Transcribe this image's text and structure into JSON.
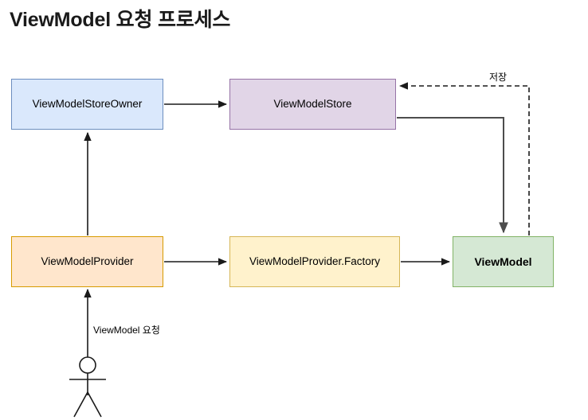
{
  "title": "ViewModel 요청 프로세스",
  "diagram": {
    "type": "flowchart",
    "nodes": [
      {
        "id": "store_owner",
        "label": "ViewModelStoreOwner",
        "fill": "#dae8fc",
        "stroke": "#6c8ebf",
        "bold": false
      },
      {
        "id": "store",
        "label": "ViewModelStore",
        "fill": "#e1d5e7",
        "stroke": "#9673a6",
        "bold": false
      },
      {
        "id": "provider",
        "label": "ViewModelProvider",
        "fill": "#ffe6cc",
        "stroke": "#d79b00",
        "bold": false
      },
      {
        "id": "factory",
        "label": "ViewModelProvider.Factory",
        "fill": "#fff2cc",
        "stroke": "#d6b656",
        "bold": false
      },
      {
        "id": "viewmodel",
        "label": "ViewModel",
        "fill": "#d5e8d4",
        "stroke": "#82b366",
        "bold": true
      }
    ],
    "edges": [
      {
        "id": "owner_to_store",
        "from": "store_owner",
        "to": "store",
        "style": "solid",
        "label": ""
      },
      {
        "id": "provider_to_owner",
        "from": "provider",
        "to": "store_owner",
        "style": "solid",
        "label": ""
      },
      {
        "id": "provider_to_factory",
        "from": "provider",
        "to": "factory",
        "style": "solid",
        "label": ""
      },
      {
        "id": "factory_to_vm",
        "from": "factory",
        "to": "viewmodel",
        "style": "solid",
        "label": ""
      },
      {
        "id": "store_to_vm",
        "from": "store",
        "to": "viewmodel",
        "style": "solid",
        "label": ""
      },
      {
        "id": "vm_to_store",
        "from": "viewmodel",
        "to": "store",
        "style": "dashed",
        "label": "저장"
      },
      {
        "id": "actor_to_provider",
        "from": "actor",
        "to": "provider",
        "style": "solid",
        "label": "ViewModel 요청"
      }
    ],
    "actor": {
      "id": "user",
      "label": ""
    },
    "labels": {
      "save": "저장",
      "request": "ViewModel 요청"
    },
    "colors": {
      "edge": "#4d4d4d",
      "edge_dark": "#1a1a1a",
      "text": "#000000",
      "background": "#ffffff"
    }
  }
}
